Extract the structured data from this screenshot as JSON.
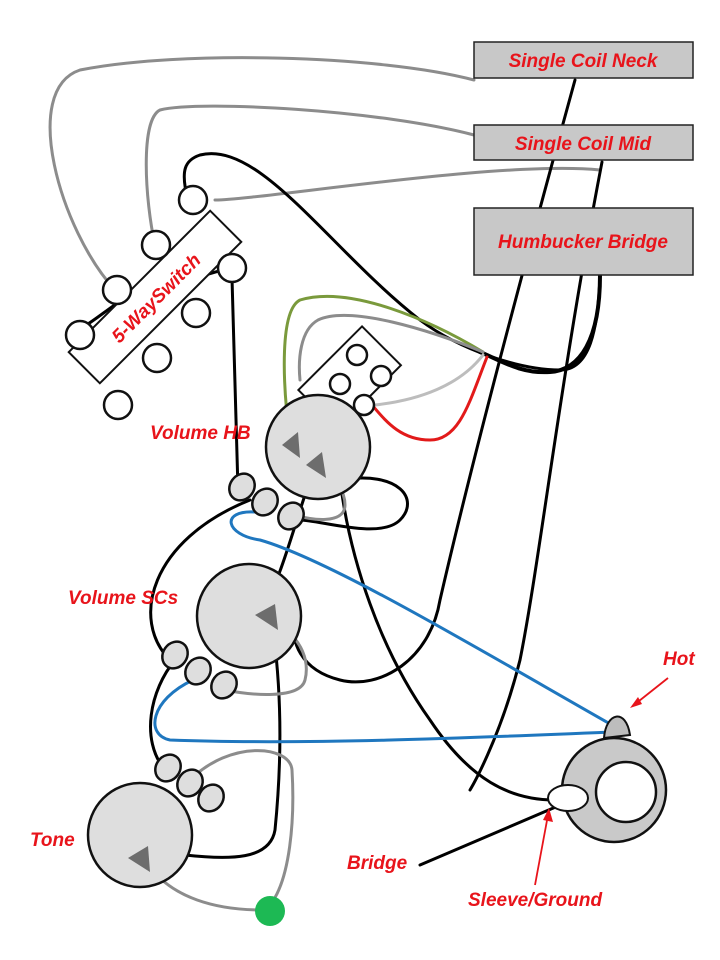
{
  "title": "",
  "pickups": {
    "neck": "Single Coil Neck",
    "mid": "Single Coil Mid",
    "bridge": "Humbucker Bridge"
  },
  "switch": {
    "label": "5-WaySwitch"
  },
  "labels": {
    "volume_hb": "Volume HB",
    "volume_scs": "Volume SCs",
    "tone": "Tone",
    "hot": "Hot",
    "bridge": "Bridge",
    "sleeve_ground": "Sleeve/Ground"
  },
  "colors": {
    "label_red": "#e8141b",
    "pickup_fill": "#c8c8c8",
    "wire_black": "#000000",
    "wire_gray": "#8c8c8c",
    "wire_blue": "#1f77bf",
    "wire_red": "#e21a1a",
    "wire_green": "#7a9a3c",
    "capacitor_green": "#1db954"
  }
}
